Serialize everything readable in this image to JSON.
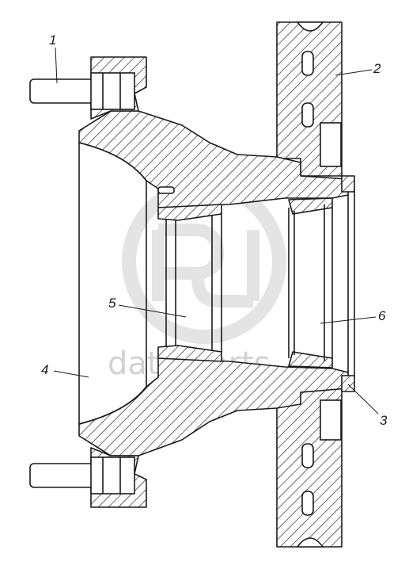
{
  "diagram": {
    "type": "cross-section drawing",
    "colors": {
      "line": "#1a1a1a",
      "hatch": "#1a1a1a",
      "watermark": "#d2d2d2",
      "background": "#ffffff"
    }
  },
  "callouts": [
    {
      "id": "1",
      "label": "1"
    },
    {
      "id": "2",
      "label": "2"
    },
    {
      "id": "3",
      "label": "3"
    },
    {
      "id": "4",
      "label": "4"
    },
    {
      "id": "5",
      "label": "5"
    },
    {
      "id": "6",
      "label": "6"
    }
  ],
  "watermark": {
    "text": "data parts",
    "logo": "dp-logo"
  }
}
